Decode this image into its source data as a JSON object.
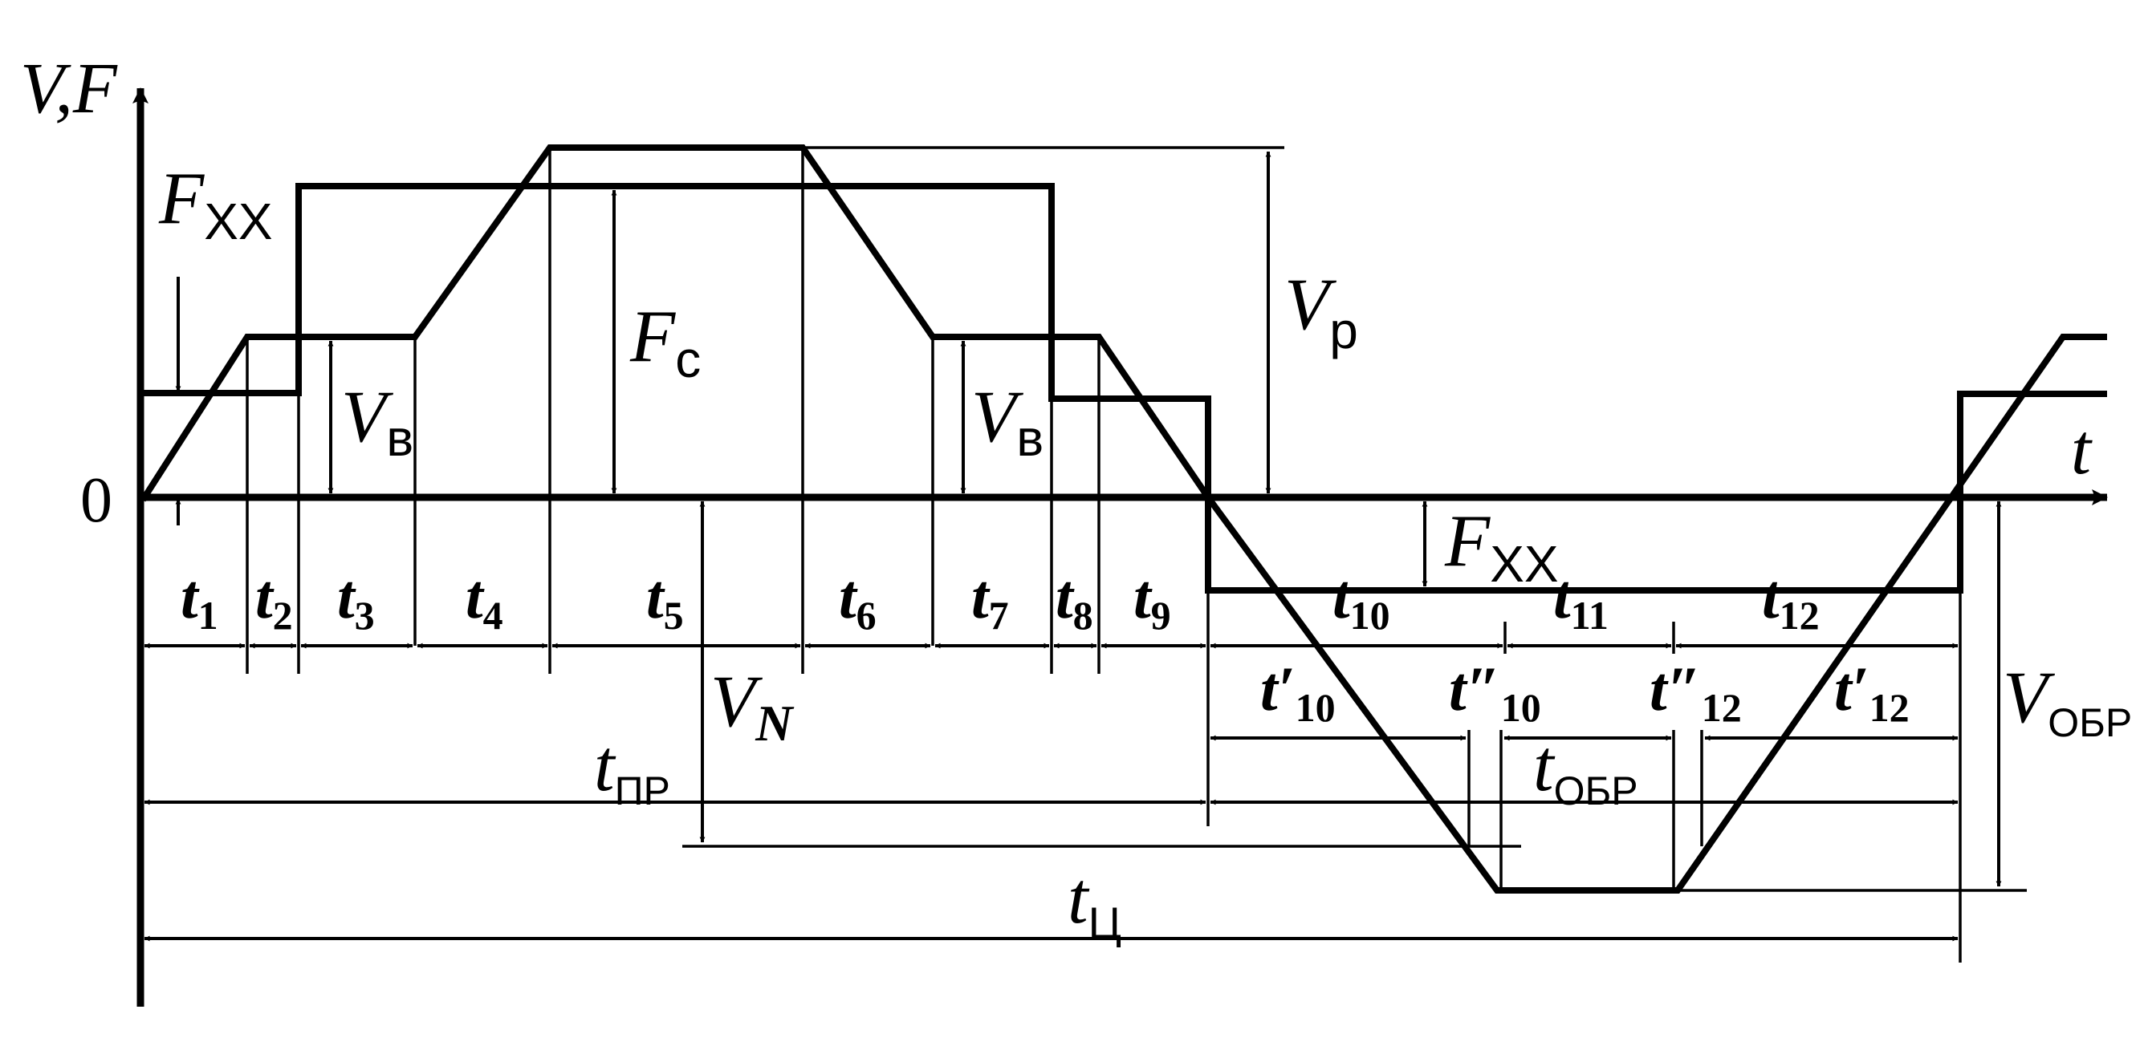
{
  "axes": {
    "y_label": "V,F",
    "x_label": "t",
    "origin_label": "0"
  },
  "labels": {
    "f_idle_top": {
      "main": "F",
      "sub": "XX"
    },
    "f_idle_bottom": {
      "main": "F",
      "sub": "XX"
    },
    "f_cut": {
      "main": "F",
      "sub": "c"
    },
    "v_rapid": {
      "main": "V",
      "sub": "р"
    },
    "v_in_left": {
      "main": "V",
      "sub": "в"
    },
    "v_in_right": {
      "main": "V",
      "sub": "в"
    },
    "v_n": {
      "main": "V",
      "sub": "N"
    },
    "v_rev": {
      "main": "V",
      "sub": "ОБР"
    },
    "t_forward": {
      "main": "t",
      "sub": "ПР"
    },
    "t_reverse": {
      "main": "t",
      "sub": "ОБР"
    },
    "t_cycle": {
      "main": "t",
      "sub": "Ц"
    }
  },
  "intervals": [
    {
      "main": "t",
      "sub": "1"
    },
    {
      "main": "t",
      "sub": "2"
    },
    {
      "main": "t",
      "sub": "3"
    },
    {
      "main": "t",
      "sub": "4"
    },
    {
      "main": "t",
      "sub": "5"
    },
    {
      "main": "t",
      "sub": "6"
    },
    {
      "main": "t",
      "sub": "7"
    },
    {
      "main": "t",
      "sub": "8"
    },
    {
      "main": "t",
      "sub": "9"
    },
    {
      "main": "t",
      "sub": "10"
    },
    {
      "main": "t",
      "sub": "11"
    },
    {
      "main": "t",
      "sub": "12"
    }
  ],
  "sub_intervals": [
    {
      "main": "t′",
      "sub": "10"
    },
    {
      "main": "t″",
      "sub": "10"
    },
    {
      "main": "t″",
      "sub": "12"
    },
    {
      "main": "t′",
      "sub": "12"
    }
  ]
}
